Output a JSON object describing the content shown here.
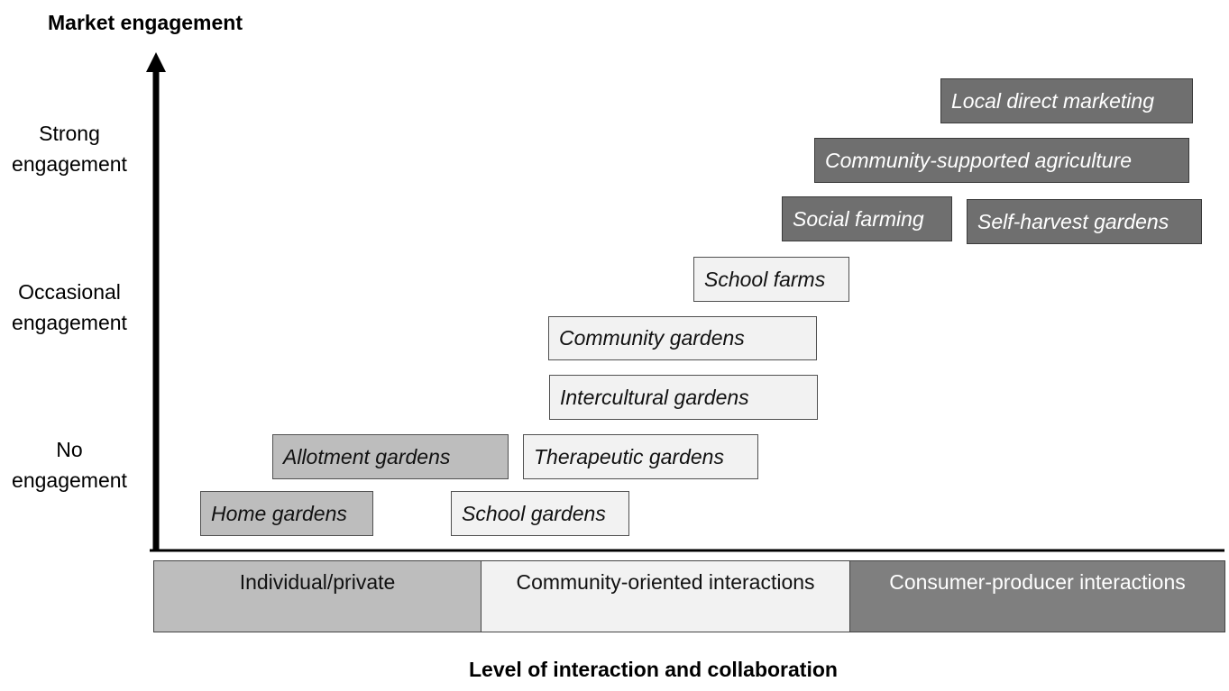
{
  "axes": {
    "y_title": "Market engagement",
    "x_title": "Level of interaction and collaboration"
  },
  "y_levels": [
    {
      "line1": "Strong",
      "line2": "engagement"
    },
    {
      "line1": "Occasional",
      "line2": "engagement"
    },
    {
      "line1": "No",
      "line2": "engagement"
    }
  ],
  "x_categories": [
    {
      "label": "Individual/private",
      "color": "#bdbdbd"
    },
    {
      "label": "Community-oriented interactions",
      "color": "#f2f2f2"
    },
    {
      "label": "Consumer-producer interactions",
      "color": "#7f7f7f"
    }
  ],
  "garden_types": [
    {
      "label": "Home gardens",
      "category": "Individual/private"
    },
    {
      "label": "School gardens",
      "category": "Community-oriented interactions"
    },
    {
      "label": "Allotment gardens",
      "category": "Individual/private"
    },
    {
      "label": "Therapeutic gardens",
      "category": "Community-oriented interactions"
    },
    {
      "label": "Intercultural gardens",
      "category": "Community-oriented interactions"
    },
    {
      "label": "Community gardens",
      "category": "Community-oriented interactions"
    },
    {
      "label": "School farms",
      "category": "Community-oriented interactions"
    },
    {
      "label": "Social farming",
      "category": "Consumer-producer interactions"
    },
    {
      "label": "Self-harvest gardens",
      "category": "Consumer-producer interactions"
    },
    {
      "label": "Community-supported agriculture",
      "category": "Consumer-producer interactions"
    },
    {
      "label": "Local direct marketing",
      "category": "Consumer-producer interactions"
    }
  ]
}
